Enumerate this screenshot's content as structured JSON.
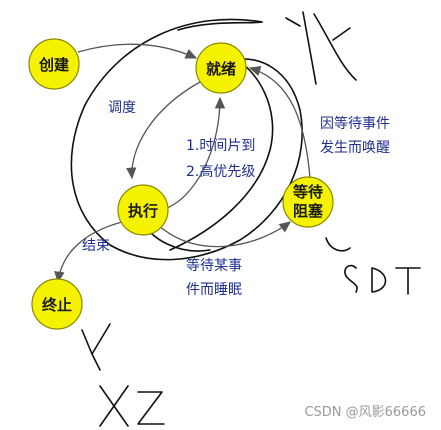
{
  "states": {
    "create": "创建",
    "ready": "就绪",
    "running": "执行",
    "blocked": [
      "等待",
      "阻塞"
    ],
    "terminated": "终止"
  },
  "transitions": {
    "dispatch": "调度",
    "preempt": [
      "1.时间片到",
      "2.高优先级"
    ],
    "wakeup": [
      "因等待事件",
      "发生而唤醒"
    ],
    "sleep": [
      "等待某事",
      "件而睡眠"
    ],
    "finish": "结束"
  },
  "watermark": "CSDN @风影66666",
  "colors": {
    "node_fill": "#f5f200",
    "node_stroke": "#8a8a00",
    "arrow": "#555555",
    "label": "#1f2f8f",
    "ink": "#111111"
  }
}
